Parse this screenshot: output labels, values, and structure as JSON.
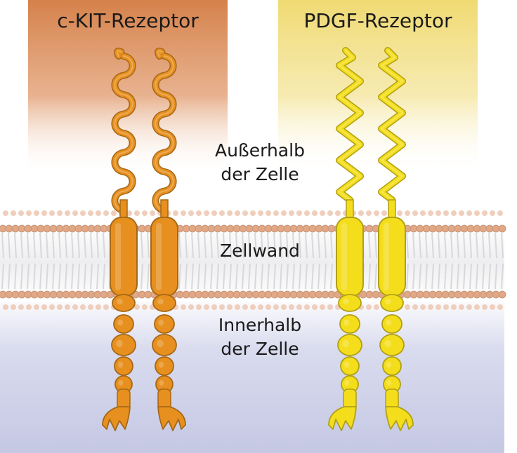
{
  "receptors": [
    {
      "title": "c-KIT-Rezeptor",
      "color": "#e7901f",
      "header_color": "#d5814a"
    },
    {
      "title": "PDGF-Rezeptor",
      "color": "#f4de1c",
      "header_color": "#f0da72"
    }
  ],
  "regions": {
    "outside": {
      "line1": "Außerhalb",
      "line2": "der Zelle"
    },
    "membrane": "Zellwand",
    "inside": {
      "line1": "Innerhalb",
      "line2": "der Zelle"
    }
  },
  "colors": {
    "membrane_head": "#e2a886",
    "cytoplasm": "#c5c8e4"
  }
}
